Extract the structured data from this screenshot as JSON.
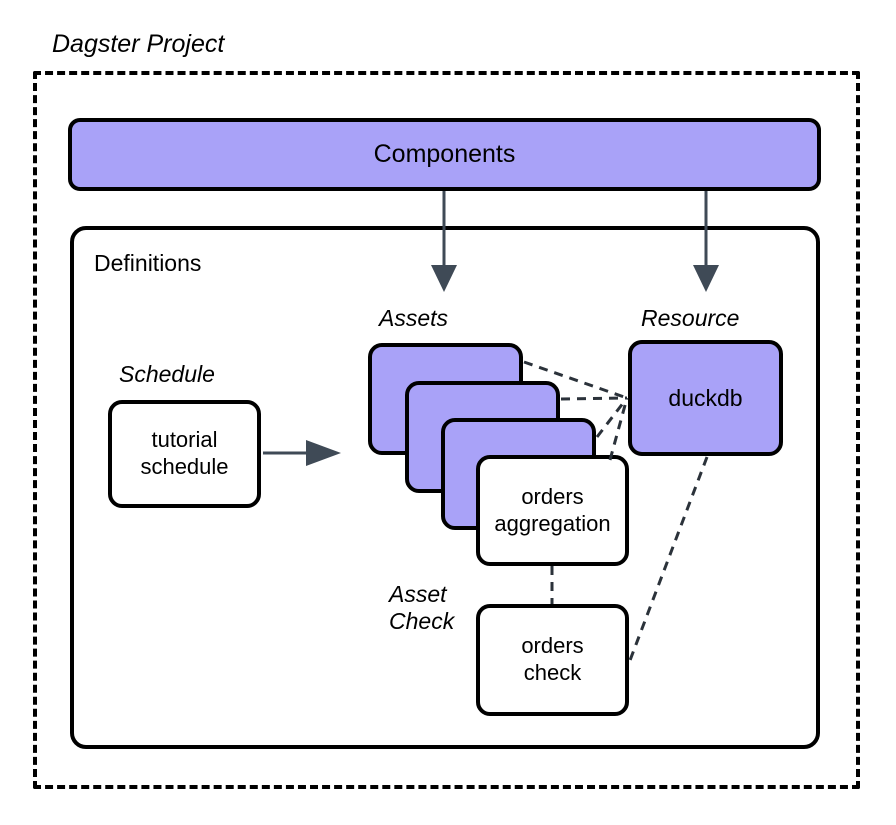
{
  "diagram": {
    "title": "Dagster Project",
    "type": "architecture-diagram"
  },
  "frame": {
    "project_title": "Dagster Project"
  },
  "components": {
    "label": "Components",
    "color": "#a9a2f8"
  },
  "definitions": {
    "title": "Definitions"
  },
  "schedule": {
    "group_label": "Schedule",
    "node_line1": "tutorial",
    "node_line2": "schedule"
  },
  "assets": {
    "group_label": "Assets",
    "card_color": "#a9a2f8",
    "card_count": 3,
    "front_node_line1": "orders",
    "front_node_line2": "aggregation"
  },
  "resource": {
    "group_label": "Resource",
    "node_label": "duckdb",
    "color": "#a9a2f8"
  },
  "asset_check": {
    "group_label_line1": "Asset",
    "group_label_line2": "Check",
    "node_line1": "orders",
    "node_line2": "check"
  },
  "edges": {
    "components_to_assets": "solid-arrow",
    "components_to_resource": "solid-arrow",
    "schedule_to_assets": "solid-arrow",
    "assets_to_resource": "dashed",
    "aggregation_to_check": "dashed",
    "resource_to_check": "dashed"
  },
  "colors": {
    "accent_purple": "#a9a2f8",
    "stroke_black": "#000000",
    "arrow_gray": "#3f4a56"
  }
}
